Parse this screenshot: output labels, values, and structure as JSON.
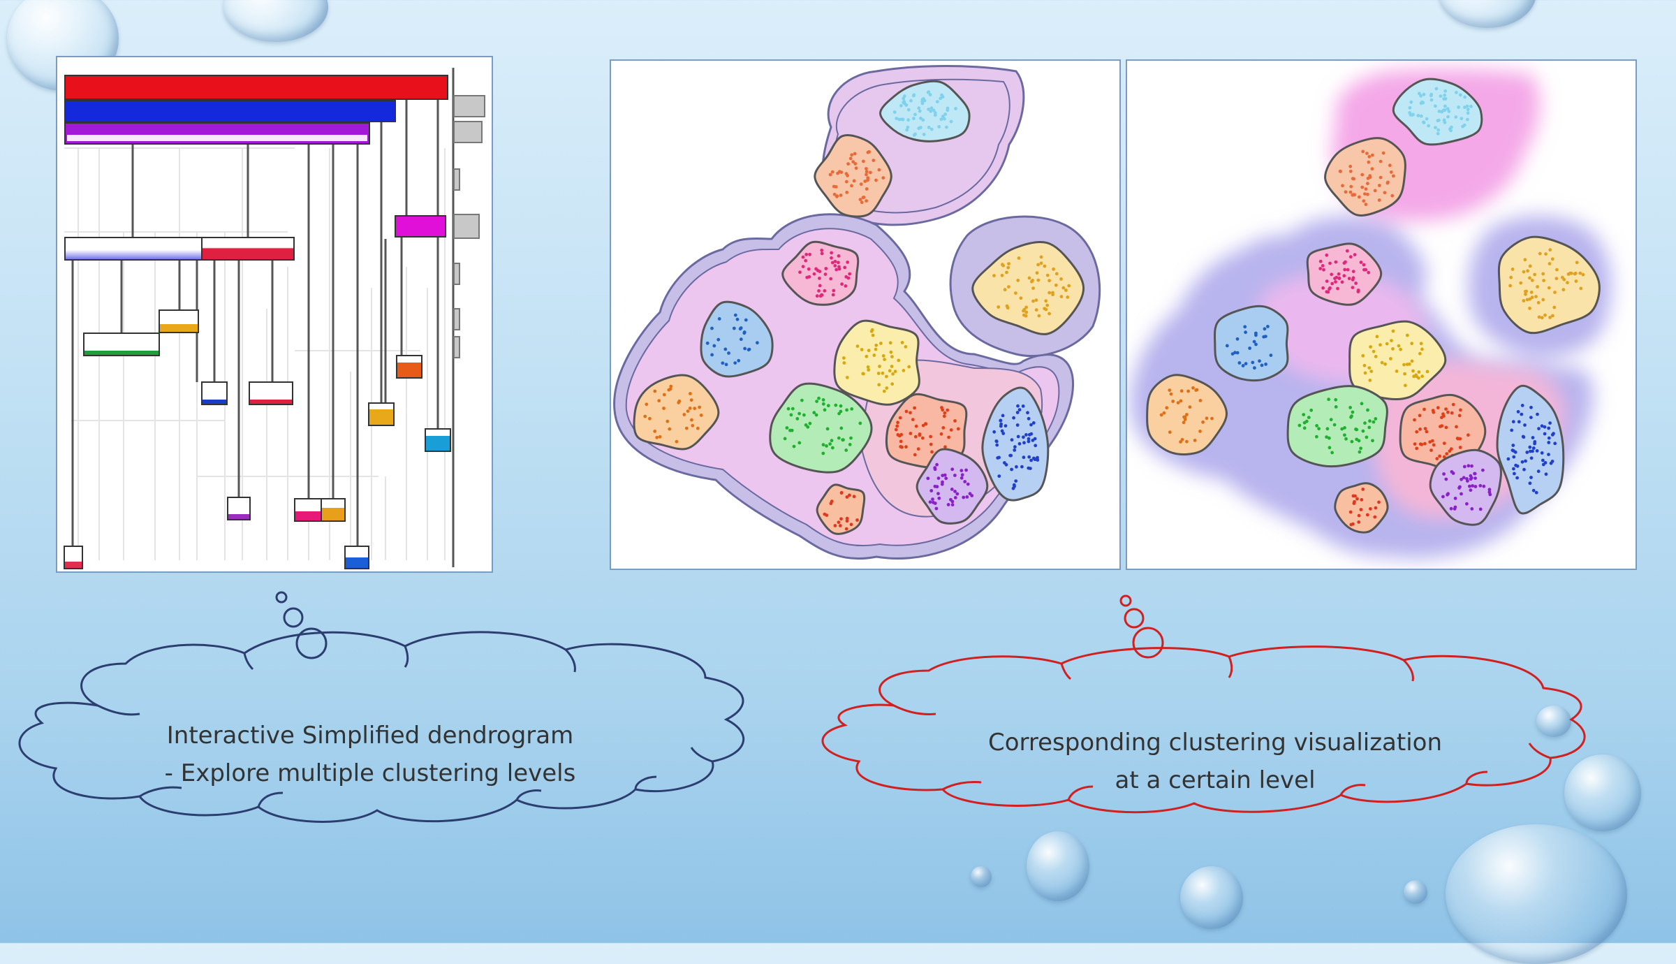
{
  "left_caption": {
    "line1": "Interactive Simplified dendrogram",
    "line2": "- Explore multiple clustering levels",
    "outline_color": "#2c3e70"
  },
  "right_caption": {
    "line1": "Corresponding clustering visualization",
    "line2": "at a certain level",
    "outline_color": "#d02020"
  },
  "dendrogram": {
    "top_bar_colors": [
      "#e8101a",
      "#1428dc",
      "#a418d8"
    ],
    "node_colors": [
      "#e03050",
      "#1f9e3a",
      "#e8a81a",
      "#1a3cc8",
      "#e02040",
      "#9a2cc0",
      "#e81878",
      "#e8a01a",
      "#e85a18",
      "#1a8ed8",
      "#1a5ed8",
      "#e8a81a",
      "#e010d8"
    ]
  },
  "clusters": [
    {
      "name": "cyan",
      "color": "#7fd1ec",
      "fill": "#bfe8f6"
    },
    {
      "name": "salmon",
      "color": "#e86a38",
      "fill": "#f8c6a8"
    },
    {
      "name": "pink",
      "color": "#e0287a",
      "fill": "#f6b8d4"
    },
    {
      "name": "yellow",
      "color": "#e0a020",
      "fill": "#f9e3a8"
    },
    {
      "name": "blue",
      "color": "#2060c0",
      "fill": "#a9cdf0"
    },
    {
      "name": "gold",
      "color": "#d8a810",
      "fill": "#fbeeac"
    },
    {
      "name": "orange",
      "color": "#e07018",
      "fill": "#fbd0a0"
    },
    {
      "name": "green",
      "color": "#20b030",
      "fill": "#b4ecb8"
    },
    {
      "name": "red",
      "color": "#e04018",
      "fill": "#f8b8a4"
    },
    {
      "name": "navy",
      "color": "#2040c8",
      "fill": "#b6d0f4"
    },
    {
      "name": "purple",
      "color": "#8a20c8",
      "fill": "#d4b8f0"
    },
    {
      "name": "brick",
      "color": "#e03820",
      "fill": "#f8c0a0"
    }
  ]
}
